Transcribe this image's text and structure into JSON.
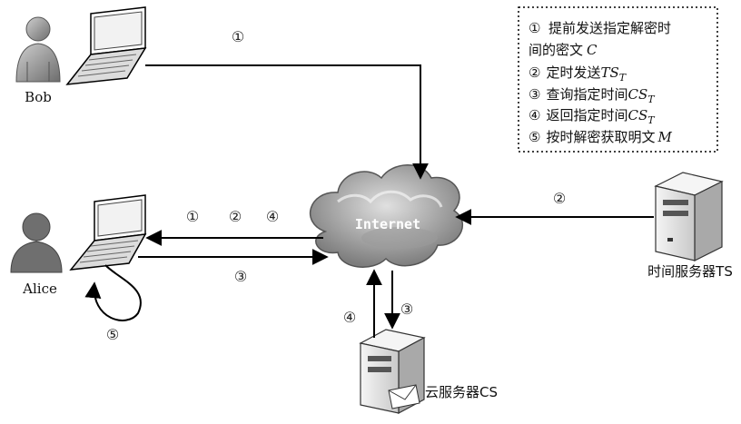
{
  "nodes": {
    "bob": "Bob",
    "alice": "Alice",
    "internet": "Internet",
    "time_server": "时间服务器TS",
    "cloud_server": "云服务器CS"
  },
  "arrow_labels": {
    "bob_to_internet": "①",
    "internet_to_alice": [
      "①",
      "②",
      "④"
    ],
    "alice_to_internet": "③",
    "alice_self_loop": "⑤",
    "ts_to_internet": "②",
    "cs_to_internet": "④",
    "internet_to_cs": "③"
  },
  "legend": [
    {
      "num": "①",
      "text": "提前发送指定解密时",
      "text2": "间的密文",
      "math": "C",
      "sub": ""
    },
    {
      "num": "②",
      "text": "定时发送",
      "math": "TS",
      "sub": "T"
    },
    {
      "num": "③",
      "text": "查询指定时间",
      "math": "CS",
      "sub": "T"
    },
    {
      "num": "④",
      "text": "返回指定时间",
      "math": "CS",
      "sub": "T"
    },
    {
      "num": "⑤",
      "text": "按时解密获取明文",
      "math": "M",
      "sub": ""
    }
  ],
  "colors": {
    "line": "#000000",
    "cloud_dark": "#5f5f5f",
    "cloud_light": "#bdbdbd",
    "server_body": "#e6e6e6",
    "person": "#7a7a7a"
  }
}
